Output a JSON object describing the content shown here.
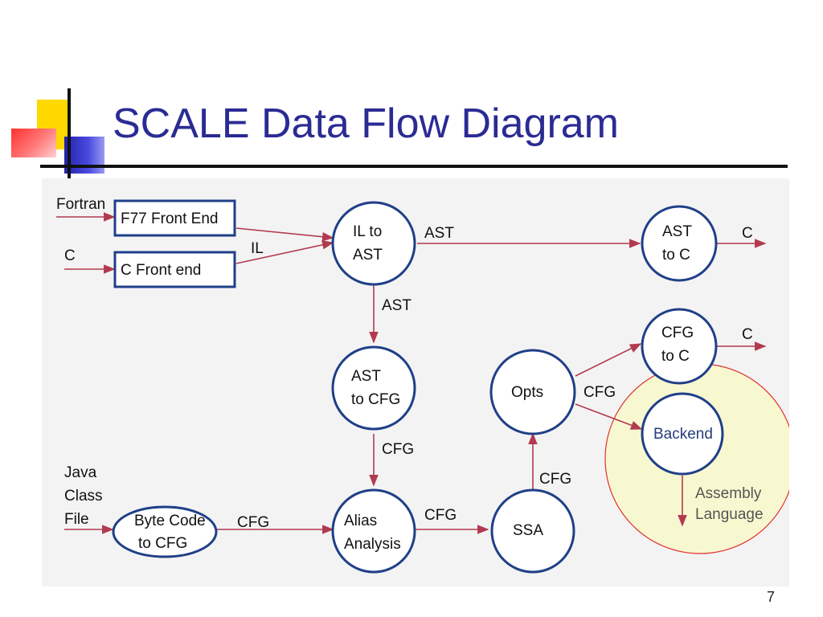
{
  "slide": {
    "title": "SCALE Data Flow Diagram",
    "page_number": "7",
    "colors": {
      "title": "#2b2b94",
      "node_border": "#1f3f88",
      "arrow": "#b23a4f",
      "highlight_fill": "#f8f8d0",
      "highlight_border": "#e03030",
      "panel_bg": "#f3f3f3"
    }
  },
  "diagram": {
    "nodes": {
      "f77": "F77 Front End",
      "cfront": "C Front end",
      "il_ast": [
        "IL to",
        "AST"
      ],
      "ast_c": [
        "AST",
        "to C"
      ],
      "ast_cfg": [
        "AST",
        "to CFG"
      ],
      "cfg_c": [
        "CFG",
        "to C"
      ],
      "opts": "Opts",
      "backend": "Backend",
      "bytecode": [
        "Byte Code",
        "to CFG"
      ],
      "alias": [
        "Alias",
        "Analysis"
      ],
      "ssa": "SSA"
    },
    "inputs": {
      "fortran": "Fortran",
      "c": "C",
      "java": [
        "Java",
        "Class",
        "File"
      ]
    },
    "edge_labels": {
      "il": "IL",
      "ast_right": "AST",
      "ast_down": "AST",
      "c_out1": "C",
      "c_out2": "C",
      "cfg_opts": "CFG",
      "cfg_down": "CFG",
      "cfg_bytecode": "CFG",
      "cfg_alias": "CFG",
      "cfg_ssa": "CFG",
      "assembly": [
        "Assembly",
        "Language"
      ]
    }
  }
}
